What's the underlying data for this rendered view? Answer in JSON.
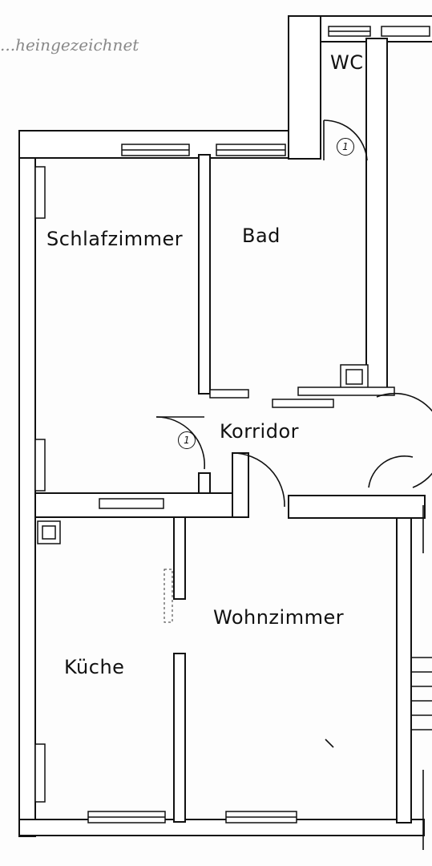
{
  "annotation": {
    "handwritten": "...heingezeichnet"
  },
  "rooms": {
    "wc": "WC",
    "bad": "Bad",
    "schlafzimmer": "Schlafzimmer",
    "korridor": "Korridor",
    "wohnzimmer": "Wohnzimmer",
    "kueche": "Küche"
  },
  "door_markers": {
    "wc_door": "1",
    "korridor_door": "1"
  }
}
